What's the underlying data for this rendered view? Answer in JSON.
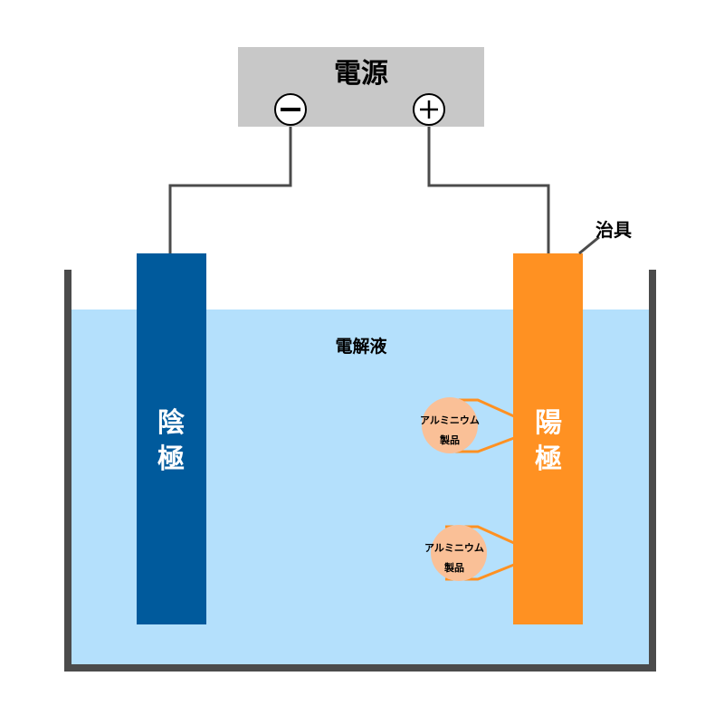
{
  "power_supply": {
    "label": "電源",
    "negative_symbol": "−",
    "positive_symbol": "+"
  },
  "electrolyte": {
    "label": "電解液"
  },
  "cathode": {
    "label_line1": "陰",
    "label_line2": "極"
  },
  "anode": {
    "label_line1": "陽",
    "label_line2": "極"
  },
  "jig": {
    "label": "治具"
  },
  "workpieces": [
    {
      "label_line1": "アルミニウム",
      "label_line2": "製品"
    },
    {
      "label_line1": "アルミニウム",
      "label_line2": "製品"
    }
  ],
  "colors": {
    "power_box": "#c8c8c8",
    "electrolyte": "#b4e0fc",
    "cathode": "#005a9c",
    "anode": "#ff9122",
    "workpiece": "#fac097",
    "tank": "#4b4b4b",
    "wire": "#4b4b4b"
  }
}
